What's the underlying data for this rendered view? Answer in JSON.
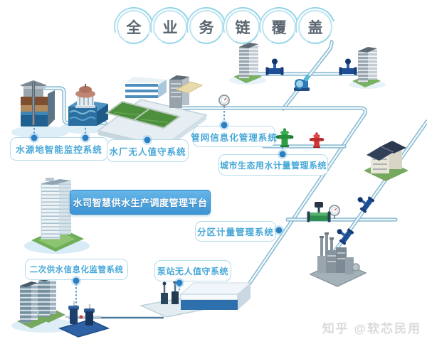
{
  "header": {
    "coverage_circles": [
      "全",
      "业",
      "务",
      "链",
      "覆",
      "盖"
    ]
  },
  "platform": {
    "banner_label": "水司智慧供水生产调度管理平台"
  },
  "systems": {
    "water_source": "水源地智能监控系统",
    "water_plant": "水厂无人值守系统",
    "pipe_network": "管网信息化管理系统",
    "eco_metering": "城市生态用水计量管理系统",
    "zone_metering": "分区计量管理系统",
    "secondary_supply": "二次供水信息化监管系统",
    "pump_station": "泵站无人值守系统"
  },
  "watermark": "知乎 @软芯民用",
  "colors": {
    "pipe": "#7fb3cc",
    "pipe_core": "#ecf7fb",
    "label_text": "#48a8d8",
    "label_border": "#b5dcec",
    "banner_fill": "#4ea4dc",
    "node_dot": "#2e7fc2",
    "hydrant_green": "#2f9e45",
    "hydrant_red": "#d23535"
  }
}
